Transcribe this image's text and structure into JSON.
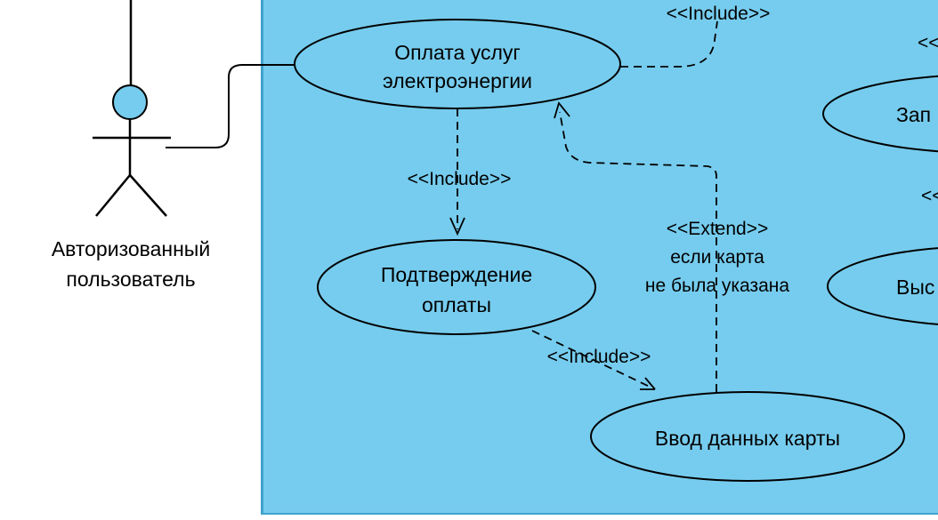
{
  "diagram": {
    "type": "uml-use-case",
    "colors": {
      "region_fill": "#76CCEE",
      "region_border": "#3FA3CB",
      "node_fill": "#76CCEE",
      "line": "#000000"
    },
    "actor": {
      "label": "Авторизованный\nпользователь"
    },
    "use_cases": [
      {
        "id": "pay",
        "label": "Оплата услуг\nэлектроэнергии"
      },
      {
        "id": "confirm",
        "label": "Подтверждение\nоплаты"
      },
      {
        "id": "card",
        "label": "Ввод данных карты"
      },
      {
        "id": "right-top-partial",
        "label": "Зап"
      },
      {
        "id": "right-bottom-partial",
        "label": "Выс"
      }
    ],
    "edge_labels": {
      "include_top": "<<Include>>",
      "include_pay_confirm": "<<Include>>",
      "include_confirm_card": "<<Include>>",
      "extend_card_pay": "<<Extend>>\nесли карта\nне была указана",
      "partial_top": "<<",
      "partial_mid": "<<"
    }
  }
}
